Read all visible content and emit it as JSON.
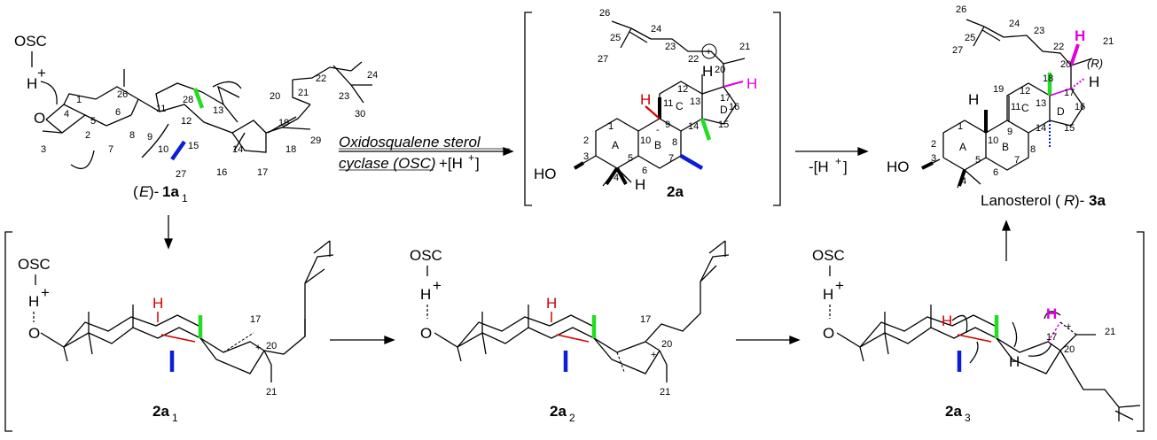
{
  "colors": {
    "green": "#22dd22",
    "blue": "#0a1ed8",
    "magenta": "#e000e0",
    "red": "#d40000",
    "black": "#000000"
  },
  "text": {
    "osc": "OSC",
    "H": "H",
    "plus": "+",
    "O": "O",
    "HO": "HO",
    "arrow_top_1": "Oxidosqualene sterol",
    "arrow_top_2": "cyclase (OSC)",
    "arrow_top_3": "+[H",
    "arrow_top_3b": "+",
    "arrow_top_3c": "]",
    "arrow_mid": "-[H",
    "arrow_mid_plus": "+",
    "arrow_mid_end": "]",
    "oxido_label_a": "(",
    "oxido_label_E": "E",
    "oxido_label_b": ")-",
    "oxido_label_bold": "1a",
    "oxido_label_sub": "1",
    "cmp_2a": "2a",
    "lan_label_pre": "Lanosterol (",
    "lan_label_R": "R",
    "lan_label_post": ")-",
    "lan_label_bold": "3a",
    "R_paren": "(R)",
    "cmp_2a1": "2a",
    "cmp_2a1_sub": "1",
    "cmp_2a2": "2a",
    "cmp_2a2_sub": "2",
    "cmp_2a3": "2a",
    "cmp_2a3_sub": "3",
    "ring_A": "A",
    "ring_B": "B",
    "ring_C": "C",
    "ring_D": "D",
    "minus": "-"
  },
  "numbers_1a": [
    "1",
    "2",
    "3",
    "4",
    "5",
    "6",
    "7",
    "8",
    "9",
    "10",
    "11",
    "12",
    "13",
    "14",
    "15",
    "16",
    "17",
    "18",
    "19",
    "20",
    "21",
    "22",
    "23",
    "24",
    "26",
    "27",
    "28",
    "29",
    "30"
  ],
  "numbers_2a": [
    "1",
    "2",
    "3",
    "4",
    "5",
    "6",
    "7",
    "8",
    "9",
    "10",
    "11",
    "12",
    "13",
    "14",
    "15",
    "16",
    "17",
    "20",
    "21",
    "22",
    "23",
    "24",
    "25",
    "26",
    "27"
  ],
  "numbers_3a": [
    "1",
    "2",
    "3",
    "4",
    "5",
    "6",
    "7",
    "8",
    "9",
    "10",
    "11",
    "12",
    "13",
    "14",
    "15",
    "16",
    "17",
    "18",
    "19",
    "20",
    "21",
    "22",
    "23",
    "24",
    "25",
    "26",
    "27"
  ],
  "numbers_bottom": [
    "17",
    "20",
    "21",
    "17",
    "20",
    "21",
    "17",
    "20",
    "21"
  ]
}
